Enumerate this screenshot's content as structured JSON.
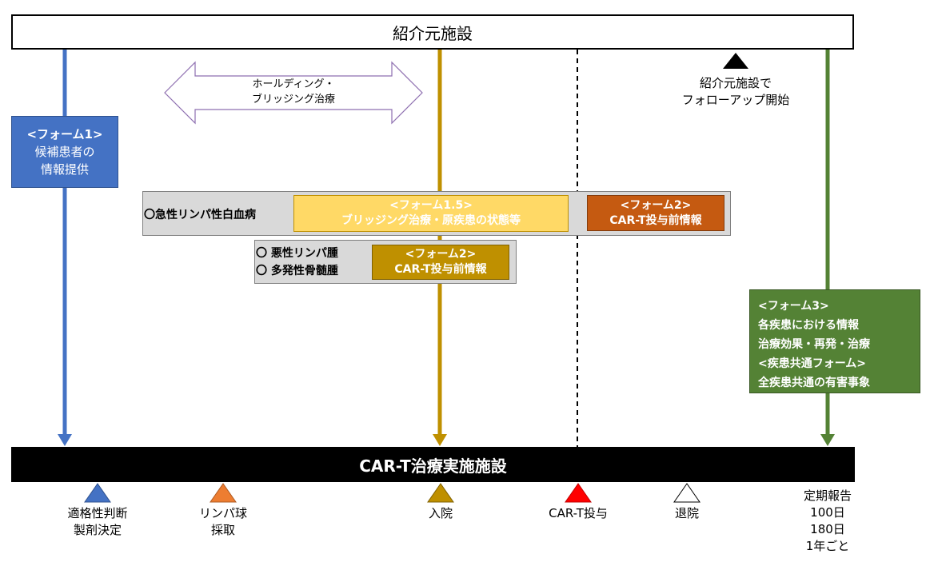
{
  "referral_facility": {
    "title": "紹介元施設",
    "followup_lines": [
      "紹介元施設で",
      "フォローアップ開始"
    ]
  },
  "bridging_arrow": {
    "lines": [
      "ホールディング・",
      "ブリッジング治療"
    ]
  },
  "form1": {
    "lines": [
      "<フォーム1>",
      "候補患者の",
      "情報提供"
    ]
  },
  "all_panel": {
    "label": "〇急性リンパ性白血病",
    "form15_lines": [
      "<フォーム1.5>",
      "ブリッジング治療・原疾患の状態等"
    ],
    "form2_lines": [
      "<フォーム2>",
      "CAR-T投与前情報"
    ]
  },
  "lymphoma_panel": {
    "labels": [
      "〇 悪性リンパ腫",
      "〇 多発性骨髄腫"
    ],
    "form2_lines": [
      "<フォーム2>",
      "CAR-T投与前情報"
    ]
  },
  "form3": {
    "lines": [
      "<フォーム3>",
      "各疾患における情報",
      "治療効果・再発・治療",
      "<疾患共通フォーム>",
      "全疾患共通の有害事象"
    ]
  },
  "car_t_facility": {
    "title": "CAR-T治療実施施設"
  },
  "milestones": [
    {
      "lines": [
        "適格性判断",
        "製剤決定"
      ],
      "color": "#4472c4"
    },
    {
      "lines": [
        "リンパ球",
        "採取"
      ],
      "color": "#ed7d31"
    },
    {
      "lines": [
        "入院"
      ],
      "color": "#bf9000"
    },
    {
      "lines": [
        "CAR-T投与"
      ],
      "color": "#ff0000"
    },
    {
      "lines": [
        "退院"
      ],
      "color": "#ffffff"
    },
    {
      "lines": [
        "定期報告",
        "100日",
        "180日",
        "1年ごと"
      ],
      "color": ""
    }
  ],
  "colors": {
    "blue": "#4472c4",
    "gold": "#bf9000",
    "green": "#548235",
    "yellow": "#ffd966",
    "orange": "#c55a11"
  }
}
